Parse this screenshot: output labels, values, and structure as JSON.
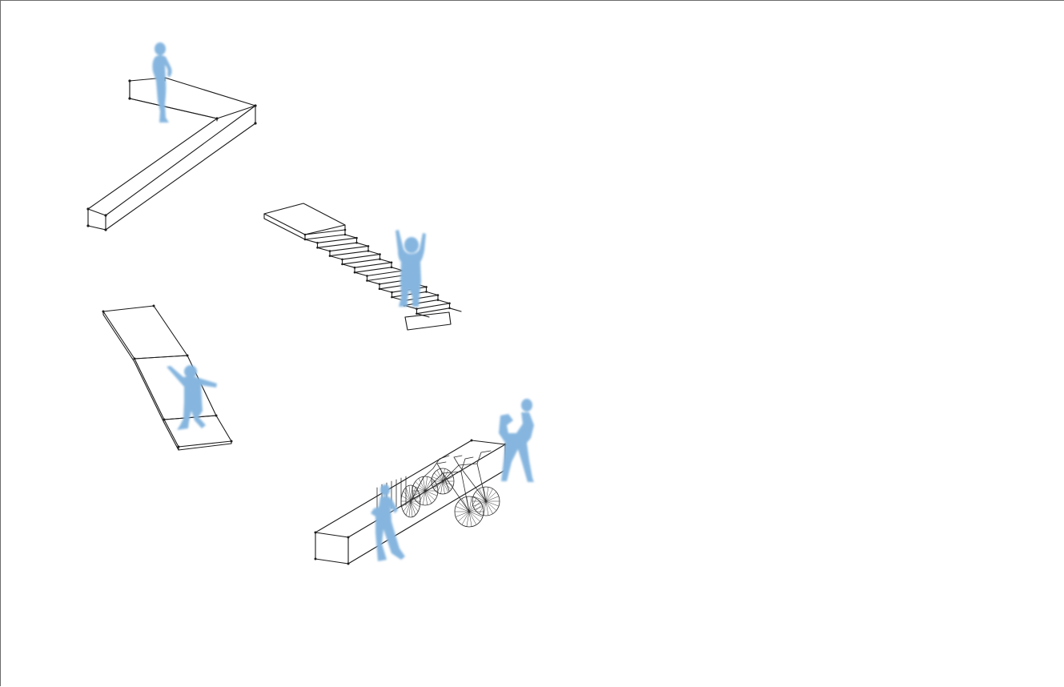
{
  "canvas": {
    "background": "#ffffff",
    "frame_color": "#6b6b6b"
  },
  "palette": {
    "line": "#1a1a1a",
    "figure": "#7fb1dc"
  },
  "scenes": [
    {
      "id": "bench-corner",
      "figure": "standing-person"
    },
    {
      "id": "staircase",
      "figure": "child-arms-raised"
    },
    {
      "id": "ramp",
      "figure": "child-balancing"
    },
    {
      "id": "long-bench-bikes",
      "figure": "walking-person",
      "extra_figure": "stretching-person",
      "props": [
        "bicycles"
      ]
    }
  ]
}
